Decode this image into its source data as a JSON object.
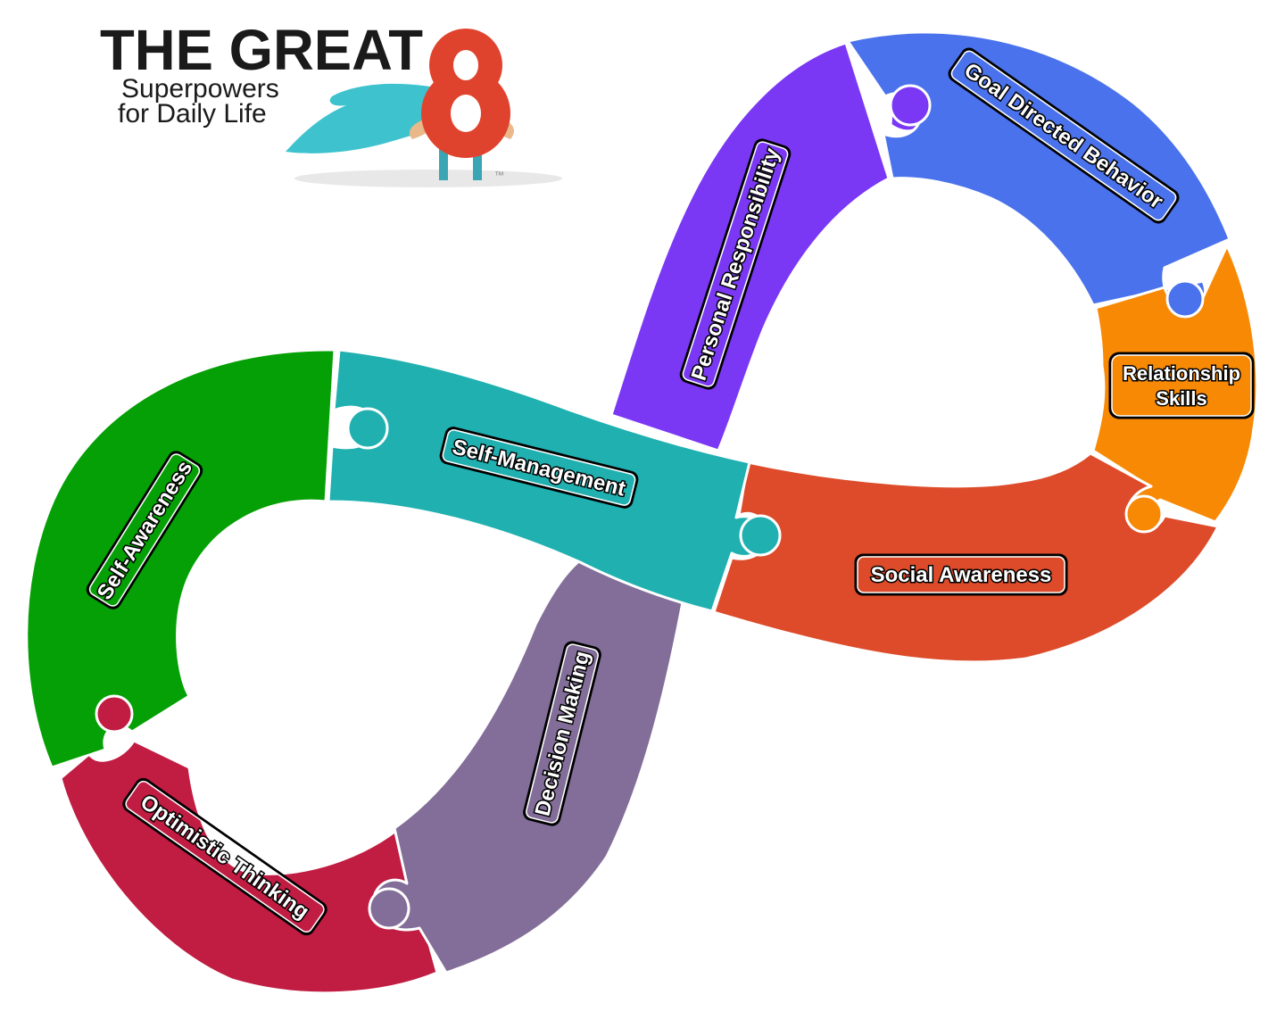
{
  "logo": {
    "title": "THE GREAT",
    "number": "8",
    "subtitle_line1": "Superpowers",
    "subtitle_line2": "for Daily Life",
    "trademark": "™"
  },
  "colors": {
    "self_awareness": "#05a005",
    "self_management": "#20b0b0",
    "personal_responsibility": "#7a38f5",
    "goal_directed_behavior": "#4a72ec",
    "relationship_skills": "#f78905",
    "social_awareness": "#dd4b2a",
    "decision_making": "#826e98",
    "optimistic_thinking": "#c11c42",
    "logo_eight": "#e0432d",
    "cape": "#3ec2ce"
  },
  "segments": {
    "self_awareness": "Self-Awareness",
    "self_management": "Self-Management",
    "personal_responsibility": "Personal Responsibility",
    "goal_directed_behavior": "Goal Directed Behavior",
    "relationship_skills_line1": "Relationship",
    "relationship_skills_line2": "Skills",
    "social_awareness": "Social Awareness",
    "decision_making": "Decision Making",
    "optimistic_thinking": "Optimistic Thinking"
  }
}
